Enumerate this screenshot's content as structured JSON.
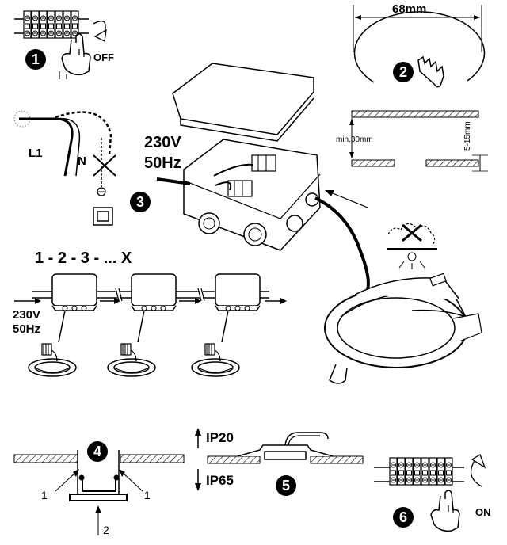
{
  "steps": [
    "1",
    "2",
    "3",
    "4",
    "5",
    "6"
  ],
  "step1": {
    "switch_label": "OFF"
  },
  "step2": {
    "diameter": "68mm",
    "min_depth": "min.30mm",
    "ceiling_thickness": "5-15mm"
  },
  "step3": {
    "voltage": "230V",
    "frequency": "50Hz",
    "live": "L1",
    "neutral": "N"
  },
  "chain": {
    "sequence": "1 - 2 - 3 - ... X",
    "voltage": "230V",
    "frequency": "50Hz"
  },
  "step4": {
    "callout_left": "1",
    "callout_right": "1",
    "callout_bottom": "2"
  },
  "step5": {
    "rating_top": "IP20",
    "rating_bottom": "IP65"
  },
  "step6": {
    "switch_label": "ON"
  }
}
